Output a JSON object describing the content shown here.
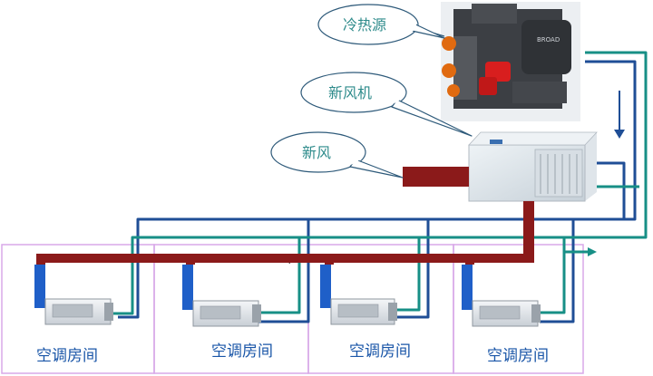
{
  "callouts": {
    "heat_source": "冷热源",
    "fresh_air_unit": "新风机",
    "fresh_air": "新风"
  },
  "rooms": [
    {
      "label": "空调房间"
    },
    {
      "label": "空调房间"
    },
    {
      "label": "空调房间"
    },
    {
      "label": "空调房间"
    }
  ],
  "brand_text": "BROAD",
  "colors": {
    "supply_pipe": "#1f4e96",
    "return_pipe": "#178f86",
    "fresh_air_duct": "#8b1a1a",
    "room_border": "#d8a8e8",
    "unit_side_panel": "#1f5fc8",
    "callout_text": "#2e8b8b",
    "room_text": "#1a56a8"
  }
}
